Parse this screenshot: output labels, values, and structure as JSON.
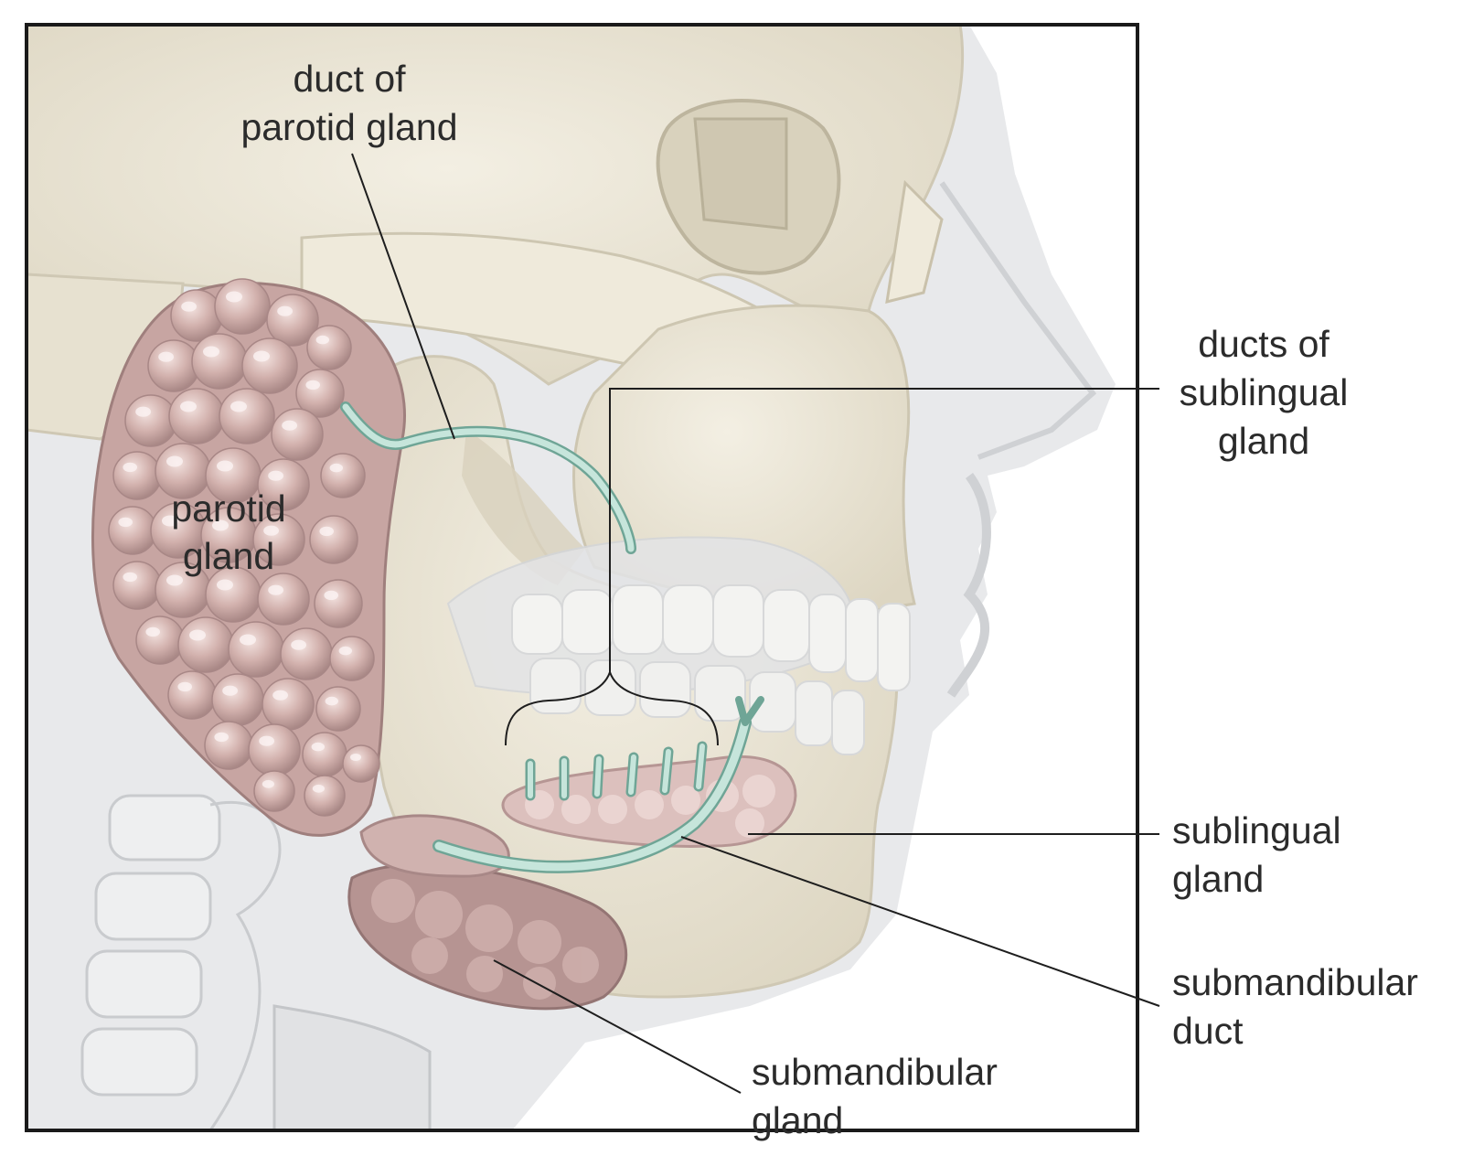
{
  "labels": {
    "duct_parotid": {
      "line1": "duct of",
      "line2": "parotid gland"
    },
    "parotid": {
      "line1": "parotid",
      "line2": "gland"
    },
    "ducts_sublingual": {
      "line1": "ducts of",
      "line2": "sublingual",
      "line3": "gland"
    },
    "sublingual": {
      "line1": "sublingual",
      "line2": "gland"
    },
    "submandibular_duct": {
      "line1": "submandibular",
      "line2": "duct"
    },
    "submandibular_gland": {
      "line1": "submandibular",
      "line2": "gland"
    }
  },
  "colors": {
    "bone": "#ebe6d6",
    "bone_shade": "#d6cfbb",
    "soft_tissue": "#e6e7e9",
    "gland": "#c9a7a4",
    "gland_dark": "#a98886",
    "duct": "#bfe0d5",
    "duct_stroke": "#6fa596",
    "teeth": "#f1f1ef",
    "frame": "#1a1a1a"
  }
}
